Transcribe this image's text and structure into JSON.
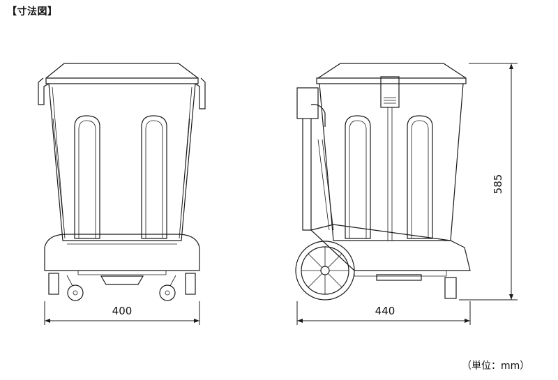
{
  "title": "【寸法図】",
  "unit_note": "（単位：mm）",
  "dimensions": {
    "front_width": "400",
    "side_depth": "440",
    "height": "585"
  }
}
